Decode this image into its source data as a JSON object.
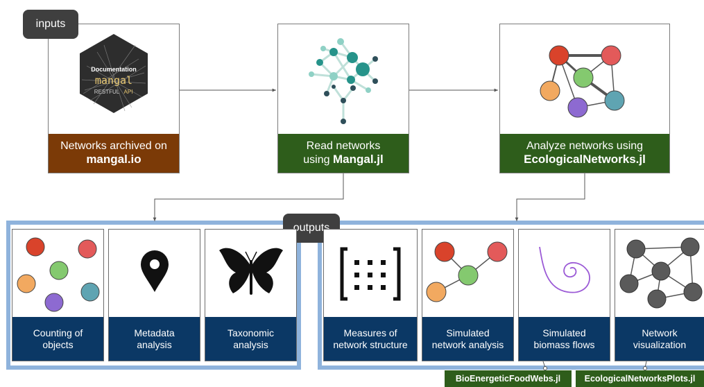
{
  "tags": {
    "inputs": "inputs",
    "outputs": "outputs"
  },
  "input_box": {
    "doc_title": "Documentation",
    "doc_brand": "mangal",
    "doc_sub_a": "RESTFUL",
    "doc_sub_b": "API",
    "caption_line1": "Networks archived on",
    "caption_line2": "mangal.io"
  },
  "read_box": {
    "caption_line1": "Read networks",
    "caption_line2a": "using ",
    "caption_line2b": "Mangal.jl"
  },
  "analyze_box": {
    "caption_line1": "Analyze networks using",
    "caption_line2": "EcologicalNetworks.jl"
  },
  "outputs": [
    {
      "line1": "Counting of",
      "line2": "objects"
    },
    {
      "line1": "Metadata",
      "line2": "analysis"
    },
    {
      "line1": "Taxonomic",
      "line2": "analysis"
    },
    {
      "line1": "Measures of",
      "line2": "network structure"
    },
    {
      "line1": "Simulated",
      "line2": "network analysis"
    },
    {
      "line1": "Simulated",
      "line2": "biomass flows"
    },
    {
      "line1": "Network",
      "line2": "visualization"
    }
  ],
  "packages": {
    "bioenergetic": "BioEnergeticFoodWebs.jl",
    "plots": "EcologicalNetworksPlots.jl"
  },
  "colors": {
    "brown": "#7b3a07",
    "green": "#2e5d1b",
    "navy": "#0b3865",
    "tag": "#3f3f3f",
    "panel_border": "#8fb3dc",
    "node_red": "#d9432b",
    "node_pink": "#e35a5a",
    "node_green": "#84c96f",
    "node_orange": "#f2a960",
    "node_purple": "#8d6ad1",
    "node_teal": "#5fa4b2",
    "node_gray": "#5a5a5a",
    "tree_teal": "#26938a",
    "spiral": "#9b5ad6"
  }
}
